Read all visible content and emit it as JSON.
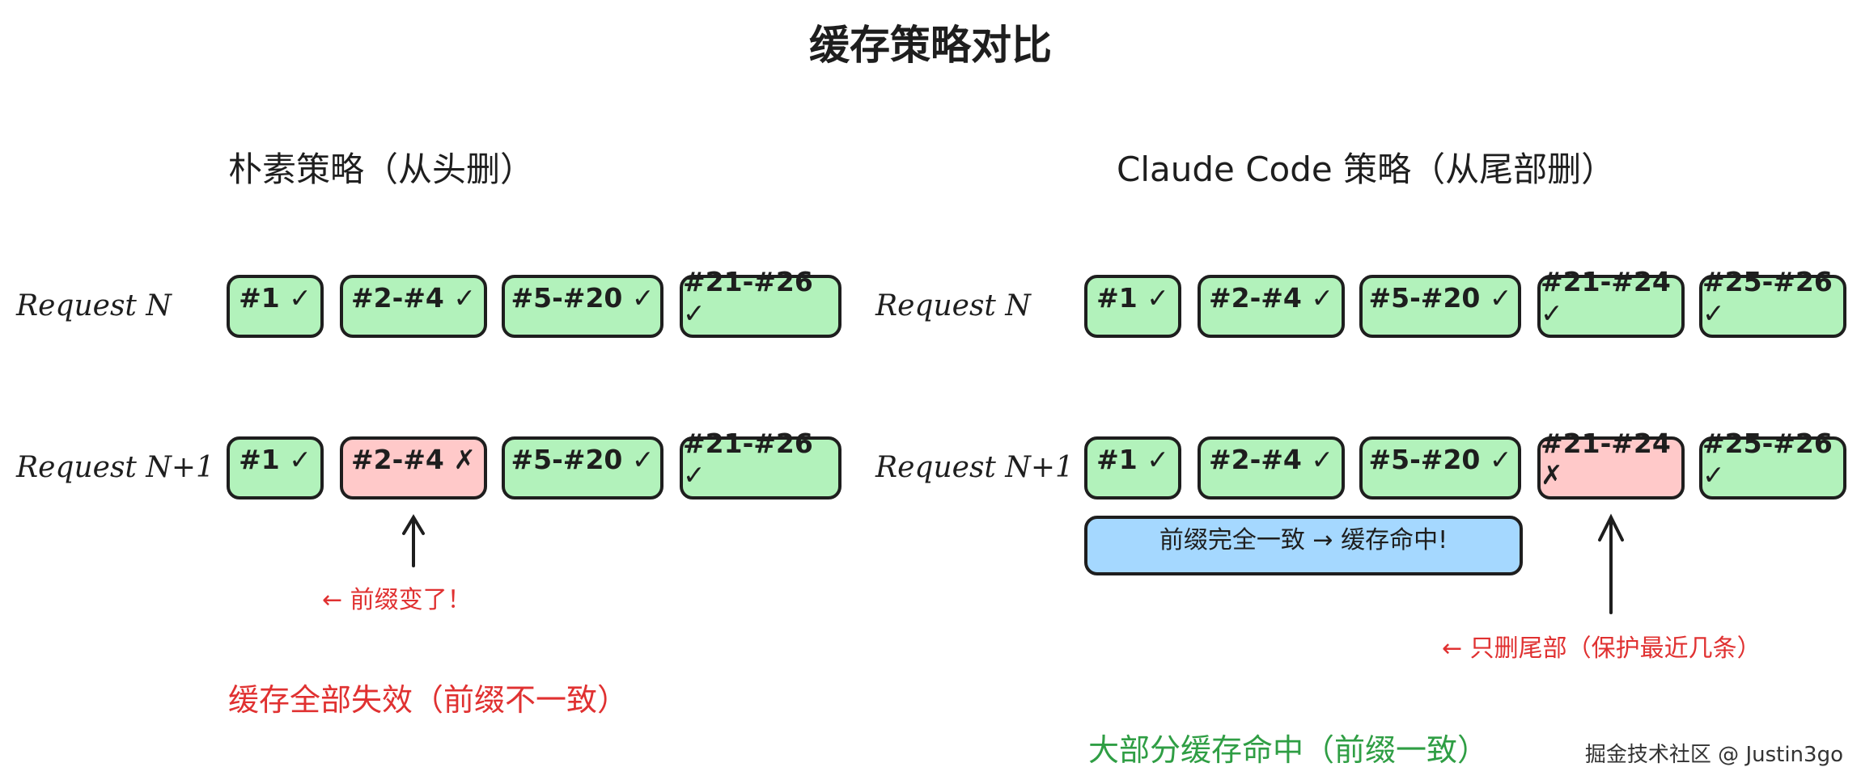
{
  "title": "缓存策略对比",
  "left": {
    "heading": "朴素策略（从头删）",
    "row_n_label": "Request N",
    "row_n1_label": "Request N+1",
    "row_n": [
      {
        "text": "#1 ✓",
        "status": "hit"
      },
      {
        "text": "#2-#4 ✓",
        "status": "hit"
      },
      {
        "text": "#5-#20 ✓",
        "status": "hit"
      },
      {
        "text": "#21-#26 ✓",
        "status": "hit"
      }
    ],
    "row_n1": [
      {
        "text": "#1 ✓",
        "status": "hit"
      },
      {
        "text": "#2-#4 ✗",
        "status": "miss"
      },
      {
        "text": "#5-#20 ✓",
        "status": "hit"
      },
      {
        "text": "#21-#26 ✓",
        "status": "hit"
      }
    ],
    "annotation": "← 前缀变了！",
    "result": "缓存全部失效（前缀不一致）"
  },
  "right": {
    "heading": "Claude Code 策略（从尾部删）",
    "row_n_label": "Request N",
    "row_n1_label": "Request N+1",
    "row_n": [
      {
        "text": "#1 ✓",
        "status": "hit"
      },
      {
        "text": "#2-#4 ✓",
        "status": "hit"
      },
      {
        "text": "#5-#20 ✓",
        "status": "hit"
      },
      {
        "text": "#21-#24 ✓",
        "status": "hit"
      },
      {
        "text": "#25-#26 ✓",
        "status": "hit"
      }
    ],
    "row_n1": [
      {
        "text": "#1 ✓",
        "status": "hit"
      },
      {
        "text": "#2-#4 ✓",
        "status": "hit"
      },
      {
        "text": "#5-#20 ✓",
        "status": "hit"
      },
      {
        "text": "#21-#24 ✗",
        "status": "miss"
      },
      {
        "text": "#25-#26 ✓",
        "status": "hit"
      }
    ],
    "prefix_bar": "前缀完全一致 → 缓存命中!",
    "annotation": "← 只删尾部（保护最近几条）",
    "result": "大部分缓存命中（前缀一致）"
  },
  "watermark": "掘金技术社区 @ Justin3go",
  "colors": {
    "hit": "#b2f2bb",
    "miss": "#ffc9c9",
    "prefix_bar": "#a5d8ff",
    "alert_text": "#e03131",
    "success_text": "#2f9e44"
  }
}
